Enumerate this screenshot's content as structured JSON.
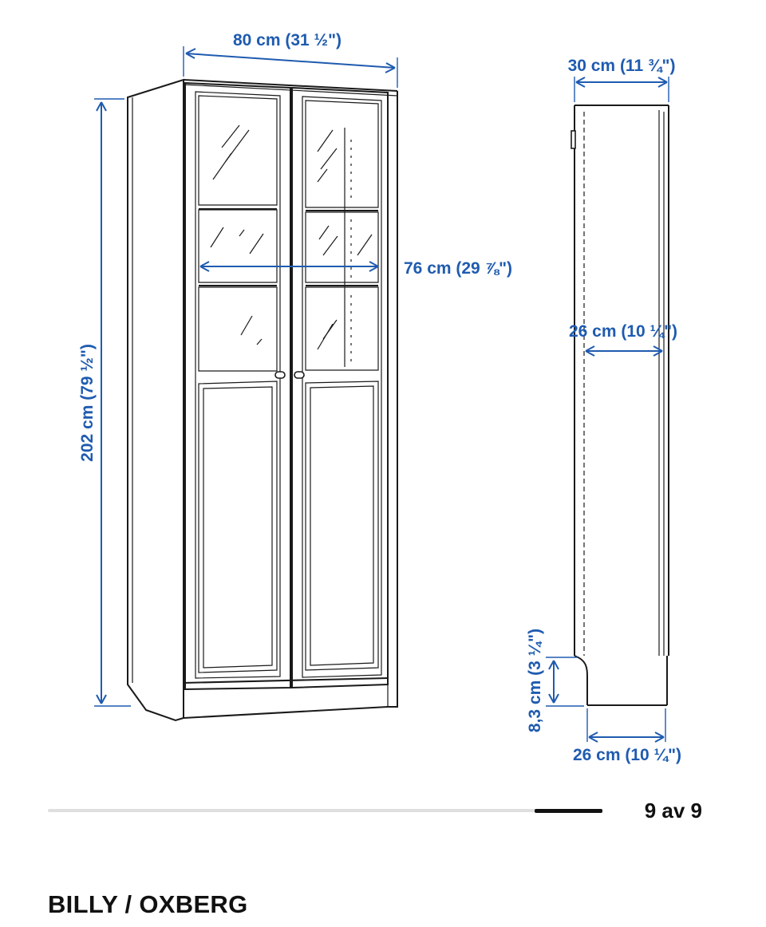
{
  "dimensions": {
    "width_outer": "80 cm (31 ½\")",
    "width_inner": "76 cm (29 ⅞\")",
    "height": "202 cm (79 ½\")",
    "depth_outer": "30 cm (11 ¾\")",
    "depth_inner": "26 cm (10 ¼\")",
    "plinth_height": "8,3 cm (3 ¼\")",
    "plinth_depth": "26 cm (10 ¼\")"
  },
  "gallery": {
    "counter": "9 av 9",
    "current": 9,
    "total": 9
  },
  "product": {
    "title": "BILLY / OXBERG"
  },
  "colors": {
    "dimension": "#1f5bb0",
    "drawing": "#1a1a1a"
  }
}
